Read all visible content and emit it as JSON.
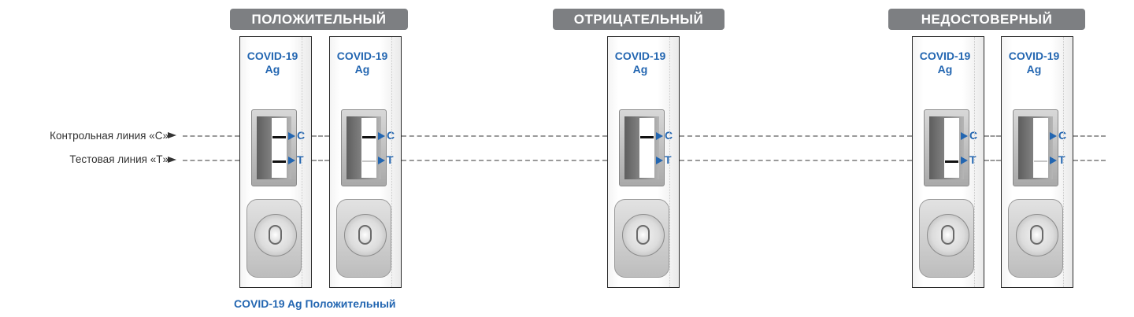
{
  "headers": {
    "positive": "ПОЛОЖИТЕЛЬНЫЙ",
    "negative": "ОТРИЦАТЕЛЬНЫЙ",
    "invalid": "НЕДОСТОВЕРНЫЙ"
  },
  "legend": {
    "control_line": "Контрольная линия «C»",
    "test_line": "Тестовая линия «T»"
  },
  "cassette": {
    "brand_line1": "COVID-19",
    "brand_line2": "Ag",
    "control_marker": "C",
    "test_marker": "T"
  },
  "caption": "COVID-19 Ag Положительный",
  "colors": {
    "header_bg": "#7d7f82",
    "brand_blue": "#2366b1"
  },
  "cassettes": [
    {
      "group": "positive",
      "control_band": "strong",
      "test_band": "strong"
    },
    {
      "group": "positive",
      "control_band": "strong",
      "test_band": "faint"
    },
    {
      "group": "negative",
      "control_band": "strong",
      "test_band": "none"
    },
    {
      "group": "invalid",
      "control_band": "none",
      "test_band": "strong"
    },
    {
      "group": "invalid",
      "control_band": "none",
      "test_band": "faint"
    }
  ]
}
